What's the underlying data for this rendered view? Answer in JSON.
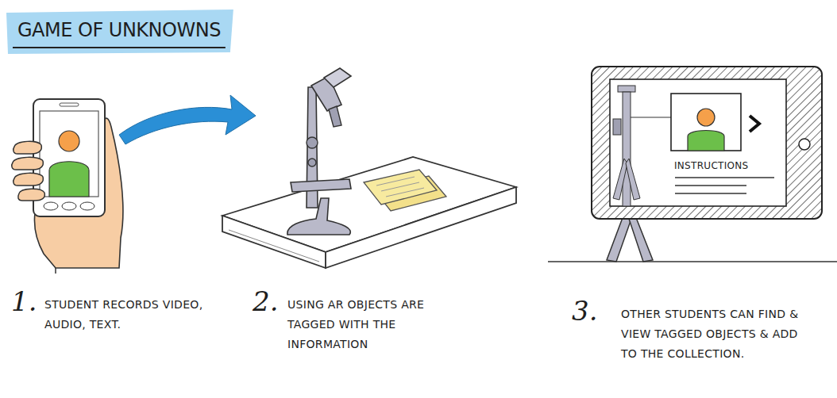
{
  "diagram": {
    "title": "GAME OF UNKNOWNS",
    "labels": [
      "1.",
      "STUDENT RECORDS VIDEO, AUDIO, TEXT.",
      "2.",
      "USING AR OBJECTS ARE TAGGED WITH THE INFORMATION",
      "INSTRUCTIONS",
      "3.",
      "OTHER STUDENTS CAN FIND & VIEW TAGGED OBJECTS & ADD TO THE COLLECTION."
    ]
  }
}
